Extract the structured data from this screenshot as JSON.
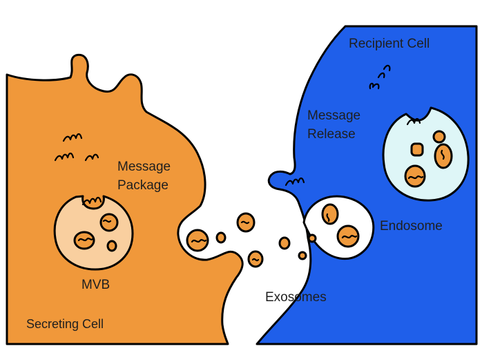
{
  "labels": {
    "recipient_cell": "Recipient Cell",
    "message_release_line1": "Message",
    "message_release_line2": "Release",
    "message_package_line1": "Message",
    "message_package_line2": "Package",
    "endosome": "Endosome",
    "mvb": "MVB",
    "exosomes": "Exosomes",
    "secreting_cell": "Secreting Cell"
  },
  "colors": {
    "secreting_cell_fill": "#f0983a",
    "recipient_cell_fill": "#1f5fea",
    "mvb_fill": "#f9cf9f",
    "endosome_fill": "#def6f7",
    "vesicle_fill": "#ef9a3d",
    "outline": "#000000",
    "background": "#ffffff"
  }
}
